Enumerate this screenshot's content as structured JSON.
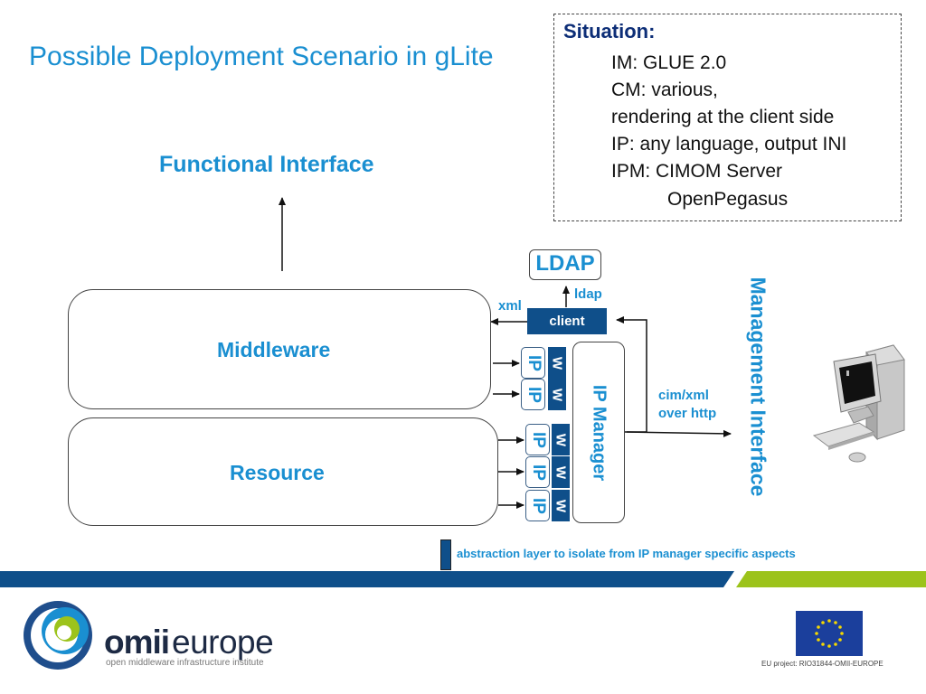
{
  "slide": {
    "title": "Possible Deployment Scenario in gLite"
  },
  "situation": {
    "heading": "Situation:",
    "lines": [
      "IM: GLUE 2.0",
      "CM: various,",
      "rendering at the client side",
      "IP: any language, output INI",
      "IPM: CIMOM Server",
      "OpenPegasus"
    ]
  },
  "diagram": {
    "functional_interface": "Functional Interface",
    "middleware": "Middleware",
    "resource": "Resource",
    "ldap": "LDAP",
    "ldap_edge": "ldap",
    "client": "client",
    "xml_edge": "xml",
    "ip_label": "IP",
    "w_label": "W",
    "ip_manager": "IP Manager",
    "cim_edge_line1": "cim/xml",
    "cim_edge_line2": "over http",
    "management_interface": "Management Interface"
  },
  "legend": {
    "text": "abstraction layer to isolate from IP manager specific aspects"
  },
  "footer": {
    "brand_bold": "omii",
    "brand_light": "europe",
    "brand_sub": "open middleware infrastructure institute",
    "eu_project": "EU project: RIO31844-OMII-EUROPE",
    "colors": {
      "blue": "#0f4f8a",
      "green": "#9cc31b",
      "accent": "#1a8fd1"
    },
    "icons": [
      "omii-logo-icon",
      "eu-flag-icon",
      "computer-workstation-icon"
    ]
  }
}
